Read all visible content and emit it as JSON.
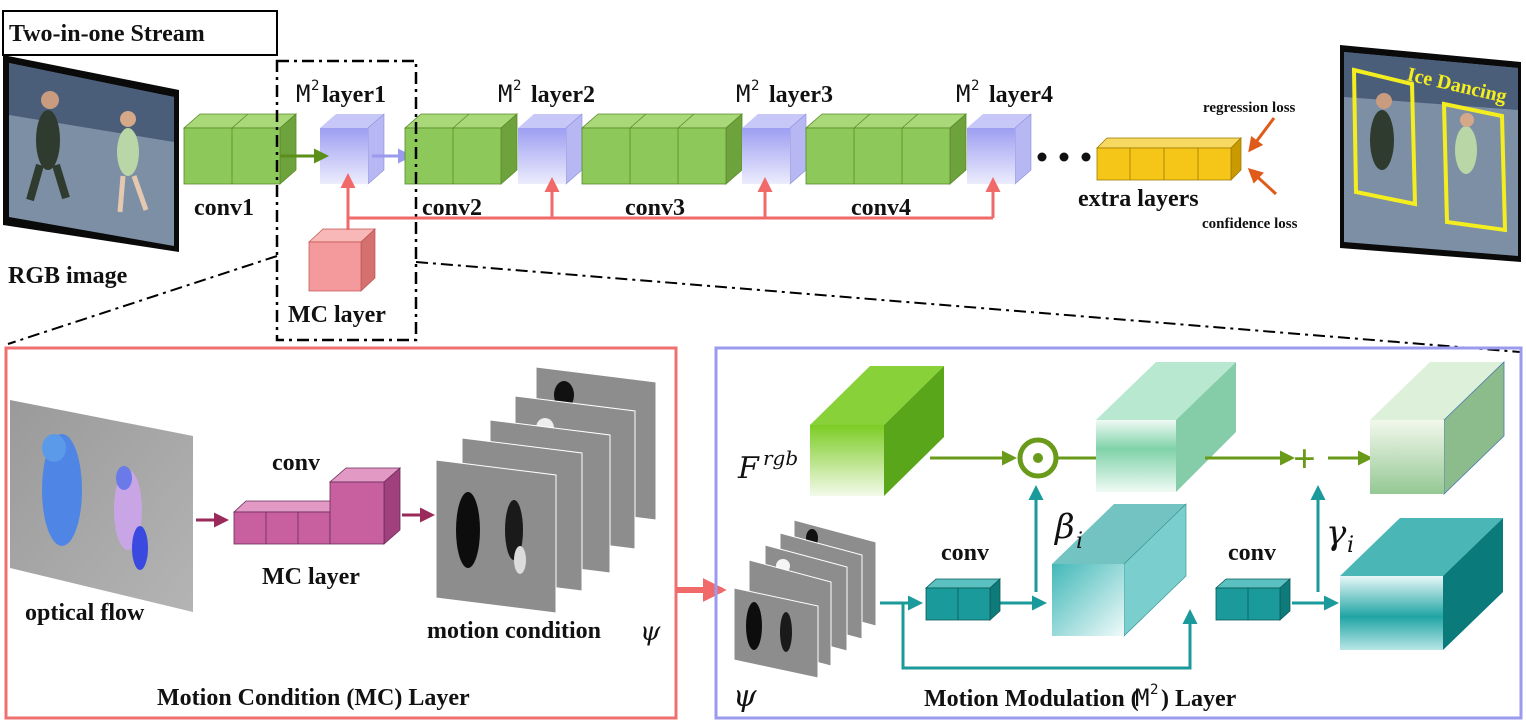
{
  "title": "Two-in-one Stream",
  "top": {
    "rgb_label": "RGB image",
    "conv1": "conv1",
    "conv2": "conv2",
    "conv3": "conv3",
    "conv4": "conv4",
    "m2_layer1": "layer1",
    "m2_layer2": "layer2",
    "m2_layer3": "layer3",
    "m2_layer4": "layer4",
    "m_symbol": "M",
    "sup2": "2",
    "mc_layer": "MC layer",
    "extra_layers": "extra layers",
    "regression_loss": "regression loss",
    "confidence_loss": "confidence loss",
    "output_label": "Ice Dancing"
  },
  "mc_panel": {
    "title": "Motion Condition (MC) Layer",
    "optical_flow": "optical flow",
    "conv": "conv",
    "mc_layer": "MC layer",
    "motion_condition": "motion condition",
    "psi": "ψ"
  },
  "m2_panel": {
    "title_pre": "Motion Modulation (",
    "title_m": "M",
    "title_sup": "2",
    "title_post": ") Layer",
    "f_base": "F",
    "f_sup": "rgb",
    "conv_a": "conv",
    "conv_b": "conv",
    "beta": "β",
    "gamma": "γ",
    "sub_i": "i",
    "psi": "ψ",
    "odot": "⊙",
    "plus": "+"
  },
  "colors": {
    "conv_green": "#8cc85a",
    "m2_purple": "#a9aaf0",
    "mc_pink": "#f49a9c",
    "extra_yellow": "#f5c518",
    "mc_panel_border": "#f07070",
    "m2_panel_border": "#9a9aee",
    "teal": "#1a9a9a",
    "green_arrow": "#5a8f1a",
    "red_arrow": "#f06a6a",
    "maroon_arrow": "#9a2a5a"
  }
}
